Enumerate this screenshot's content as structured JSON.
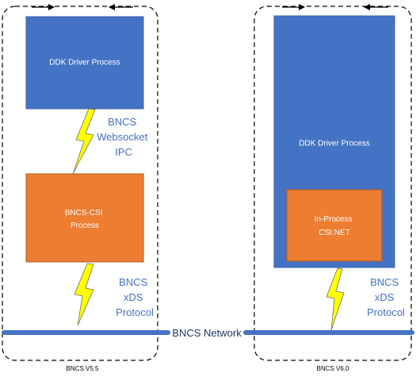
{
  "left_group": {
    "top_process": "DDK Driver Process",
    "link1": [
      "BNCS",
      "Websocket",
      "IPC"
    ],
    "bottom_process": [
      "BNCS-CSI",
      "Process"
    ],
    "link2": [
      "BNCS",
      "xDS",
      "Protocol"
    ],
    "version": "BNCS V5.5"
  },
  "right_group": {
    "outer_process": "DDK Driver Process",
    "inner_process": [
      "In-Process",
      "CSI.NET"
    ],
    "link": [
      "BNCS",
      "xDS",
      "Protocol"
    ],
    "version": "BNCS V6.0"
  },
  "network_label": "BNCS Network",
  "colors": {
    "blue": "#4472c4",
    "orange": "#ed7d31",
    "bolt": "#ffff00",
    "network_text": "#1f3864"
  }
}
